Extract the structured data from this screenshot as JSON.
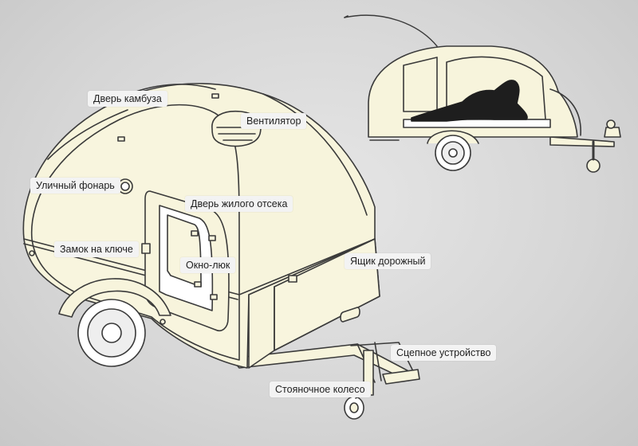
{
  "colors": {
    "background": "#d9d9d9",
    "body_fill": "#f7f4dc",
    "outline": "#3a3a3a",
    "label_bg": "#f3f3f3"
  },
  "labels": {
    "galley_door": "Дверь камбуза",
    "vent": "Вентилятор",
    "street_lamp": "Уличный фонарь",
    "cabin_door": "Дверь жилого отсека",
    "key_lock": "Замок на ключе",
    "hatch_window": "Окно-люк",
    "road_box": "Ящик дорожный",
    "hitch": "Сцепное устройство",
    "jockey_wheel": "Стояночное колесо"
  }
}
